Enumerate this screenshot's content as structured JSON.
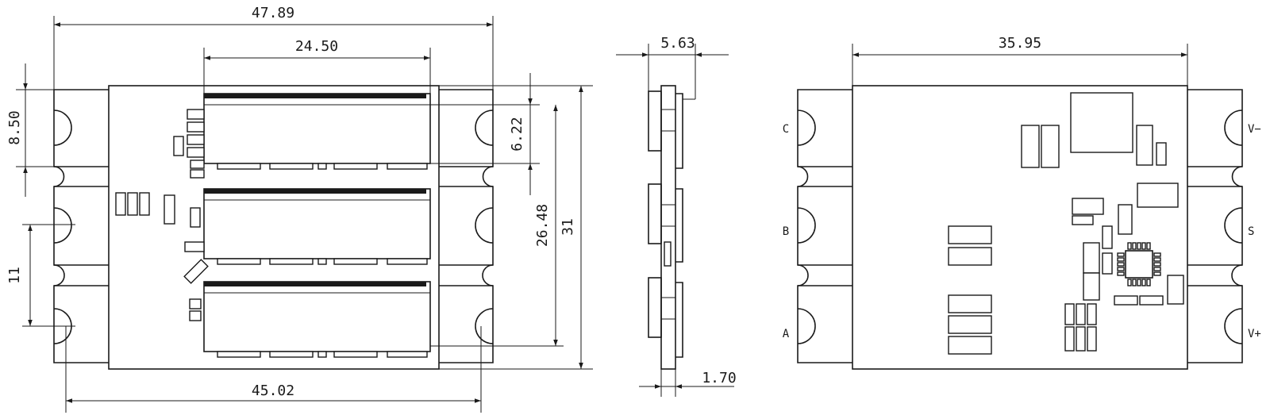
{
  "views": {
    "top": {
      "dims": {
        "overall_width": "47.89",
        "inner_width": "24.50",
        "pad_spacing": "8.50",
        "module_pitch": "6.22",
        "module_span": "26.48",
        "overall_height": "31",
        "pad_gap": "11",
        "hole_span": "45.02"
      }
    },
    "side": {
      "dims": {
        "thickness": "5.63",
        "board_thickness": "1.70"
      }
    },
    "bottom": {
      "dims": {
        "inner_width": "35.95"
      },
      "pad_labels": {
        "left": [
          "C",
          "B",
          "A"
        ],
        "right": [
          "V−",
          "S",
          "V+"
        ]
      }
    }
  }
}
